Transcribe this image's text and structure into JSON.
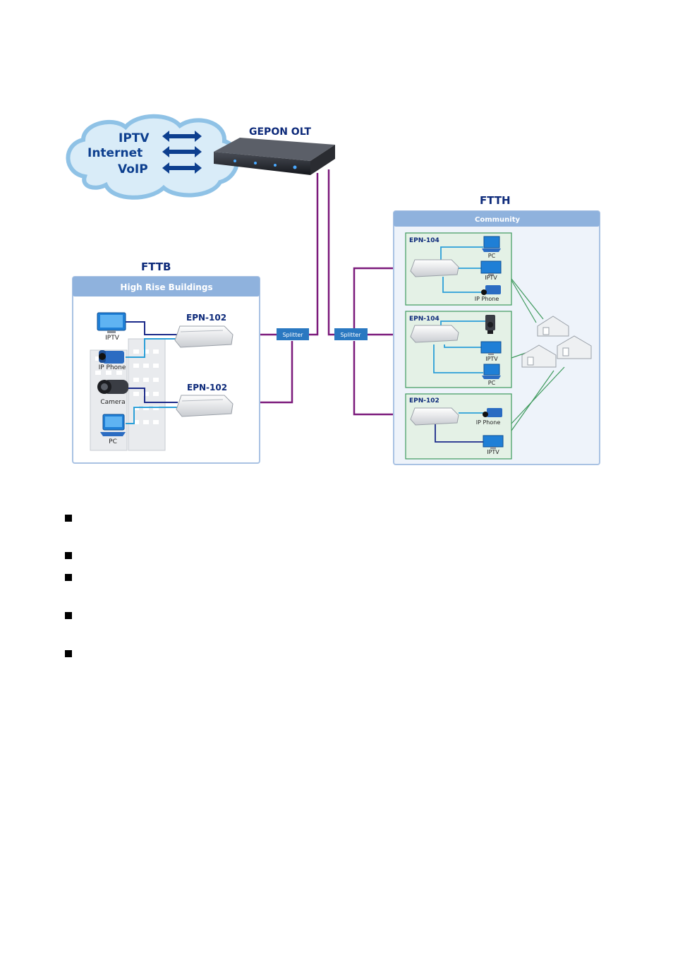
{
  "cloud": {
    "services": [
      "IPTV",
      "Internet",
      "VoIP"
    ]
  },
  "olt": {
    "label": "GEPON OLT"
  },
  "ftth": {
    "title": "FTTH",
    "panel_title": "Community",
    "units": [
      {
        "model": "EPN-104",
        "devices": [
          "PC",
          "IPTV",
          "IP Phone"
        ]
      },
      {
        "model": "EPN-104",
        "devices": [
          "IPTV",
          "PC"
        ]
      },
      {
        "model": "EPN-102",
        "devices": [
          "IP Phone",
          "IPTV"
        ]
      }
    ]
  },
  "fttb": {
    "title": "FTTB",
    "panel_title": "High Rise Buildings",
    "devices": [
      "IPTV",
      "IP Phone",
      "Camera",
      "PC"
    ],
    "units": [
      {
        "model": "EPN-102"
      },
      {
        "model": "EPN-102"
      }
    ]
  },
  "splitters": [
    "Splitter",
    "Splitter"
  ],
  "colors": {
    "fiber": "#7b1a7b",
    "panel_header": "#8fb2dd",
    "panel_bg": "#eef3fa",
    "unit_bg": "#e4f1e6",
    "unit_border": "#3f9a5d",
    "splitter": "#2a78c1",
    "title": "#0d2a7a",
    "lan": "#2b9fd8",
    "lan_dark": "#1b2a8a"
  },
  "bullet_count": 5
}
